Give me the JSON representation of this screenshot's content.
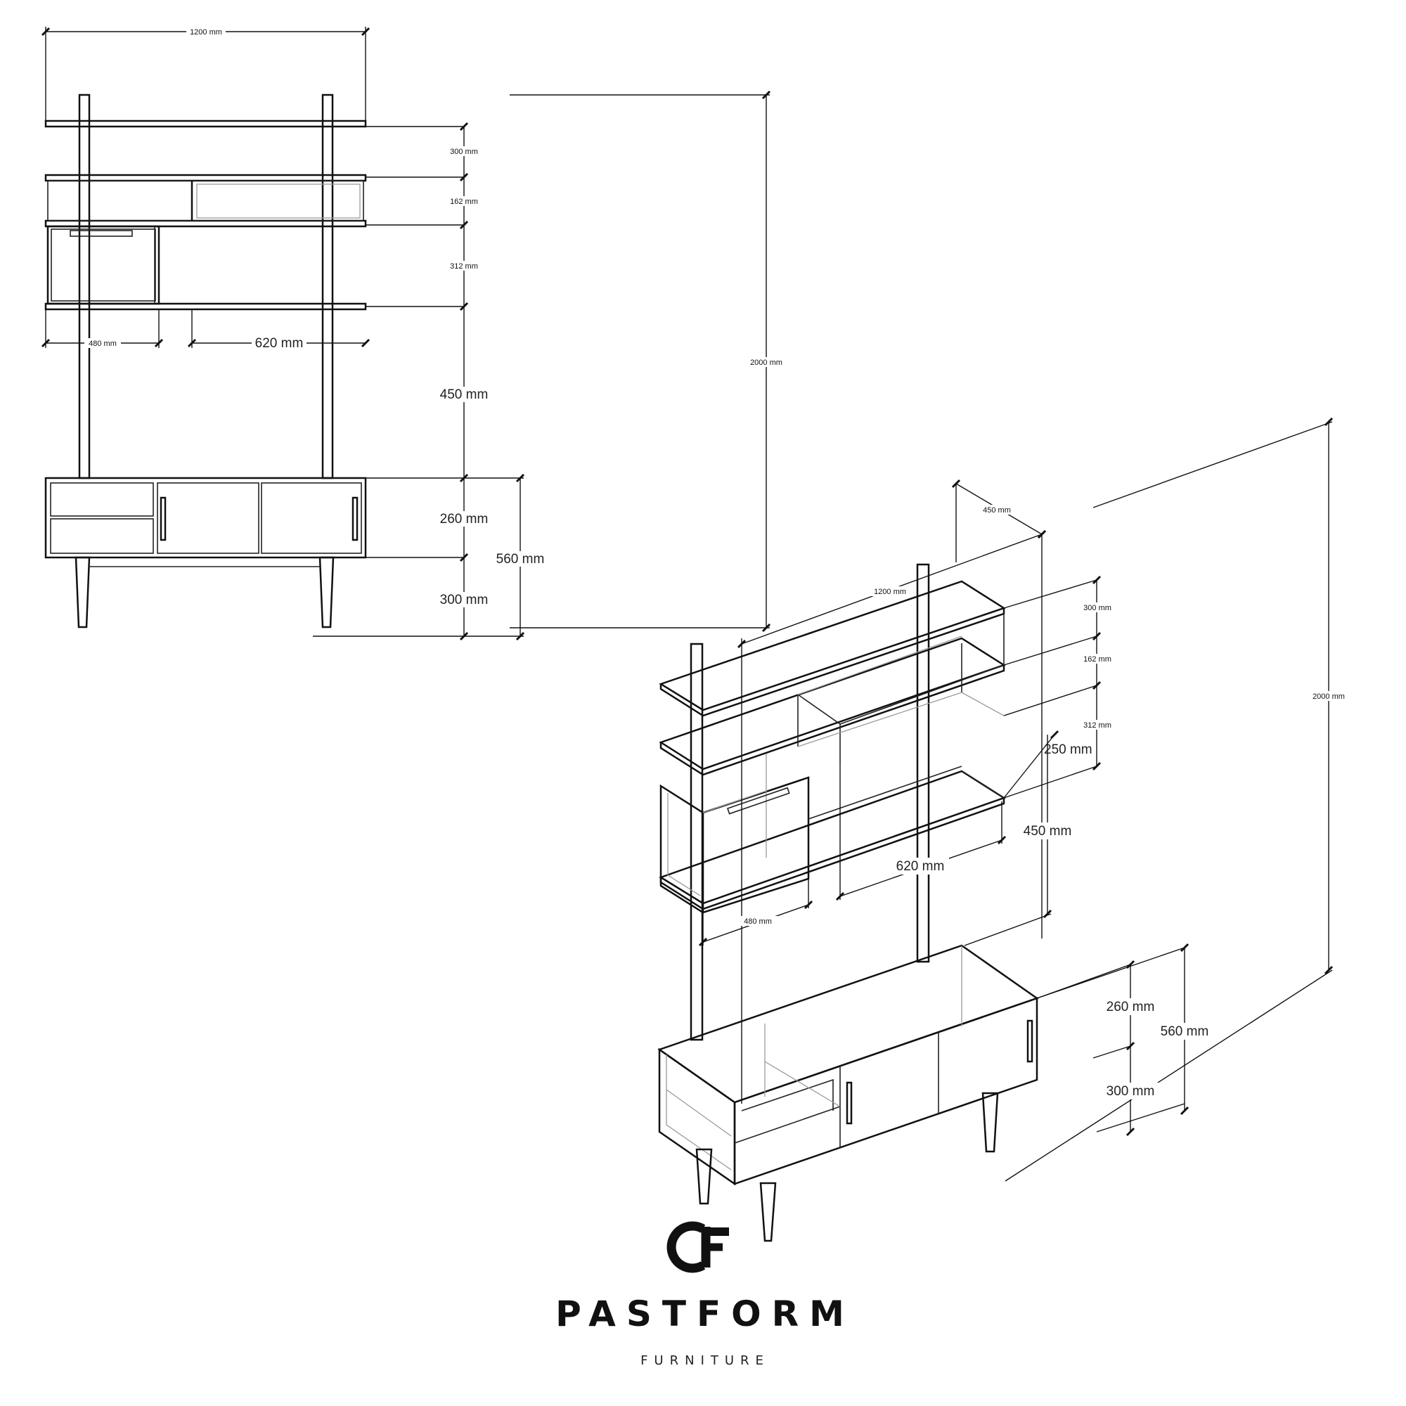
{
  "front_view": {
    "width": "1200 mm",
    "shelf_gap_top": "300 mm",
    "shelf_gap_2": "162 mm",
    "shelf_gap_3": "312 mm",
    "open_gap": "450 mm",
    "cabinet_height": "260 mm",
    "leg_height": "300 mm",
    "base_total": "560 mm",
    "box_width": "480 mm",
    "open_width": "620 mm",
    "total_height": "2000 mm"
  },
  "iso_view": {
    "depth": "450 mm",
    "width": "1200 mm",
    "shelf_gap_top": "300 mm",
    "shelf_gap_2": "162 mm",
    "shelf_gap_3": "312 mm",
    "shelf_depth": "250 mm",
    "open_gap": "450 mm",
    "open_width": "620 mm",
    "box_width": "480 mm",
    "total_height": "2000 mm",
    "cabinet_height": "260 mm",
    "base_total": "560 mm",
    "leg_height": "300 mm"
  },
  "brand": {
    "name": "PASTFORM",
    "tagline": "FURNITURE"
  }
}
